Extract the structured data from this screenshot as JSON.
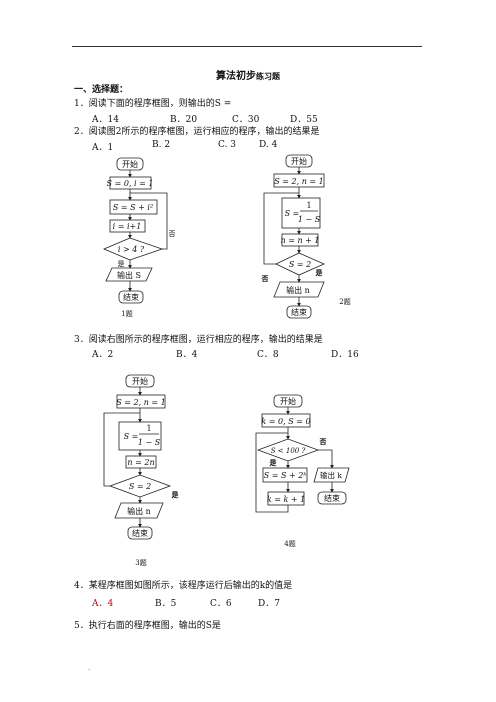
{
  "title_main": "算法初步",
  "title_sub": "练习题",
  "section": "一、选择题：",
  "q1": {
    "text": "1．阅读下面的程序框图，则输出的S =",
    "opts": [
      "A．14",
      "B．20",
      "C．30",
      "D．55"
    ]
  },
  "q2": {
    "text": "2．阅读图2所示的程序框图，运行相应的程序，输出的结果是",
    "opts": [
      "A．1",
      "B. 2",
      "C. 3",
      "D. 4"
    ]
  },
  "q3": {
    "text": "3．阅读右图所示的程序框图，运行相应的程序，输出的结果是",
    "opts": [
      "A．2",
      "B．4",
      "C．8",
      "D．16"
    ]
  },
  "q4": {
    "text": "4．某程序框图如图所示，该程序运行后输出的k的值是",
    "opts": [
      "A．4",
      "B．5",
      "C．6",
      "D．7"
    ]
  },
  "q5": {
    "text": "5．执行右面的程序框图，输出的S是"
  },
  "fig1": {
    "start": "开始",
    "init": "S = 0, i = 1",
    "update": "S = S + i²",
    "inc": "i = i+1",
    "cond": "i > 4 ?",
    "no": "否",
    "yes": "是",
    "out": "输出 S",
    "end": "结束",
    "caption": "1题"
  },
  "fig2": {
    "start": "开始",
    "init": "S = 2, n = 1",
    "s_lhs": "S =",
    "s_num": "1",
    "s_den": "1 − S",
    "inc": "n = n + 1",
    "cond": "S = 2",
    "no": "否",
    "yes": "是",
    "out": "输出 n",
    "end": "结束",
    "caption": "2题"
  },
  "fig3": {
    "start": "开始",
    "init": "S = 2, n = 1",
    "s_lhs": "S =",
    "s_num": "1",
    "s_den": "1 − S",
    "inc": "n = 2n",
    "cond": "S = 2",
    "yes": "是",
    "out": "输出 n",
    "end": "结束",
    "caption": "3题"
  },
  "fig4": {
    "start": "开始",
    "init": "k = 0, S = 0",
    "cond": "S < 100 ?",
    "no": "否",
    "yes": "是",
    "update": "S = S + 2ᵏ",
    "inc": "k = k + 1",
    "out": "输出 k",
    "end": "结束",
    "caption": "4题"
  },
  "footer": "."
}
